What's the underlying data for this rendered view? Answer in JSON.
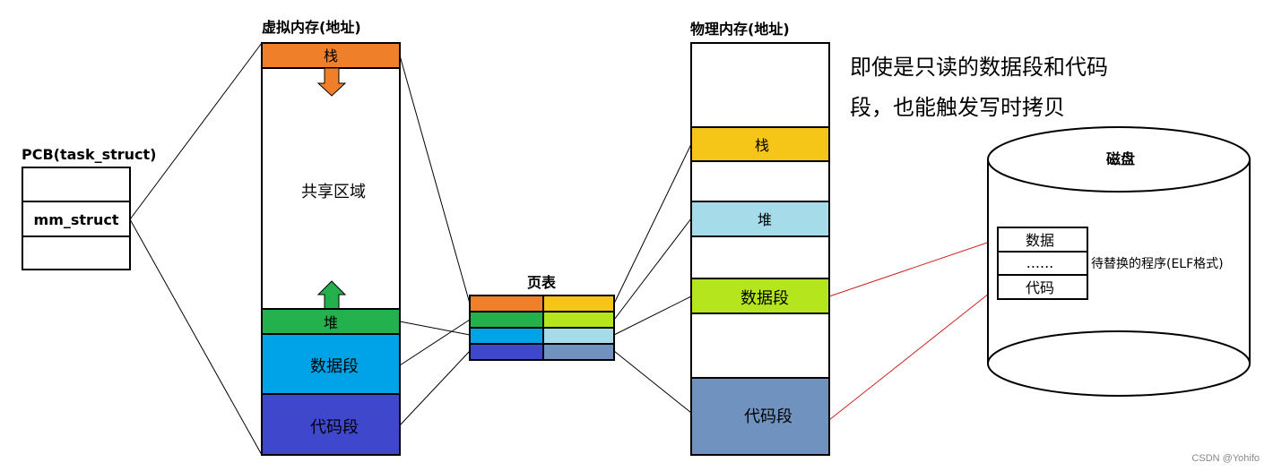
{
  "pcb": {
    "title": "PCB(task_struct)",
    "field": "mm_struct"
  },
  "virtual_memory": {
    "title": "虚拟内存(地址)",
    "segments": {
      "stack": "栈",
      "shared": "共享区域",
      "heap": "堆",
      "data": "数据段",
      "code": "代码段"
    }
  },
  "page_table": {
    "title": "页表"
  },
  "physical_memory": {
    "title": "物理内存(地址)",
    "segments": {
      "stack": "栈",
      "heap": "堆",
      "data": "数据段",
      "code": "代码段"
    }
  },
  "note": {
    "line1": "即使是只读的数据段和代码",
    "line2": "段，也能触发写时拷贝"
  },
  "disk": {
    "title": "磁盘",
    "entries": {
      "data": "数据",
      "ellipsis": "......",
      "code": "代码"
    },
    "program_label": "待替换的程序(ELF格式)"
  },
  "watermark": "CSDN @Yohifo",
  "colors": {
    "stack": "#f07f2a",
    "stack_phys": "#f5c518",
    "heap": "#22b14c",
    "heap_phys": "#a6dcea",
    "data": "#00a2e8",
    "data_phys": "#b5e61d",
    "code": "#3f48cc",
    "code_phys": "#7092be",
    "arrow_down": "#f07f2a",
    "arrow_up": "#22b14c"
  }
}
